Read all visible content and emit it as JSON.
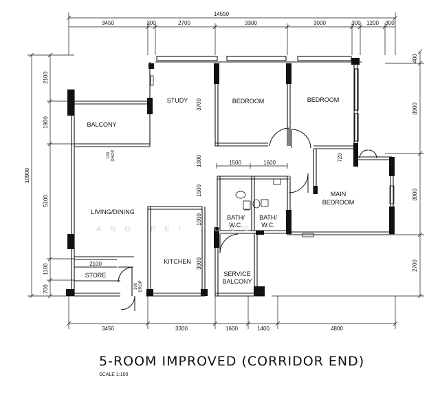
{
  "dimensions": {
    "top_total": "14550",
    "top": [
      "3450",
      "300",
      "2700",
      "3300",
      "3000",
      "300",
      "1200",
      "300"
    ],
    "left_total": "10900",
    "left": [
      "2100",
      "1900",
      "5100",
      "1100",
      "700"
    ],
    "right": [
      "400",
      "3900",
      "3900",
      "2700"
    ],
    "bottom": [
      "3450",
      "3300",
      "1600",
      "1400",
      "4800"
    ],
    "inner": [
      "3700",
      "1300",
      "1500",
      "1000",
      "3000",
      "1500",
      "1600",
      "720",
      "2100"
    ]
  },
  "rooms": {
    "balcony": "BALCONY",
    "study": "STUDY",
    "bedroom1": "BEDROOM",
    "bedroom2": "BEDROOM",
    "living_dining": "LIVING/DINING",
    "bath1_l1": "BATH/",
    "bath1_l2": "W.C.",
    "bath2_l1": "BATH/",
    "bath2_l2": "W.C.",
    "main_bedroom_l1": "MAIN",
    "main_bedroom_l2": "BEDROOM",
    "kitchen": "KITCHEN",
    "service_l1": "SERVICE",
    "service_l2": "BALCONY",
    "store": "STORE"
  },
  "drop_labels": {
    "value": "100",
    "word": "DROP"
  },
  "watermark": "ANG PEI FONG",
  "title": "5-ROOM IMPROVED (CORRIDOR END)",
  "scale": "SCALE   1:100"
}
